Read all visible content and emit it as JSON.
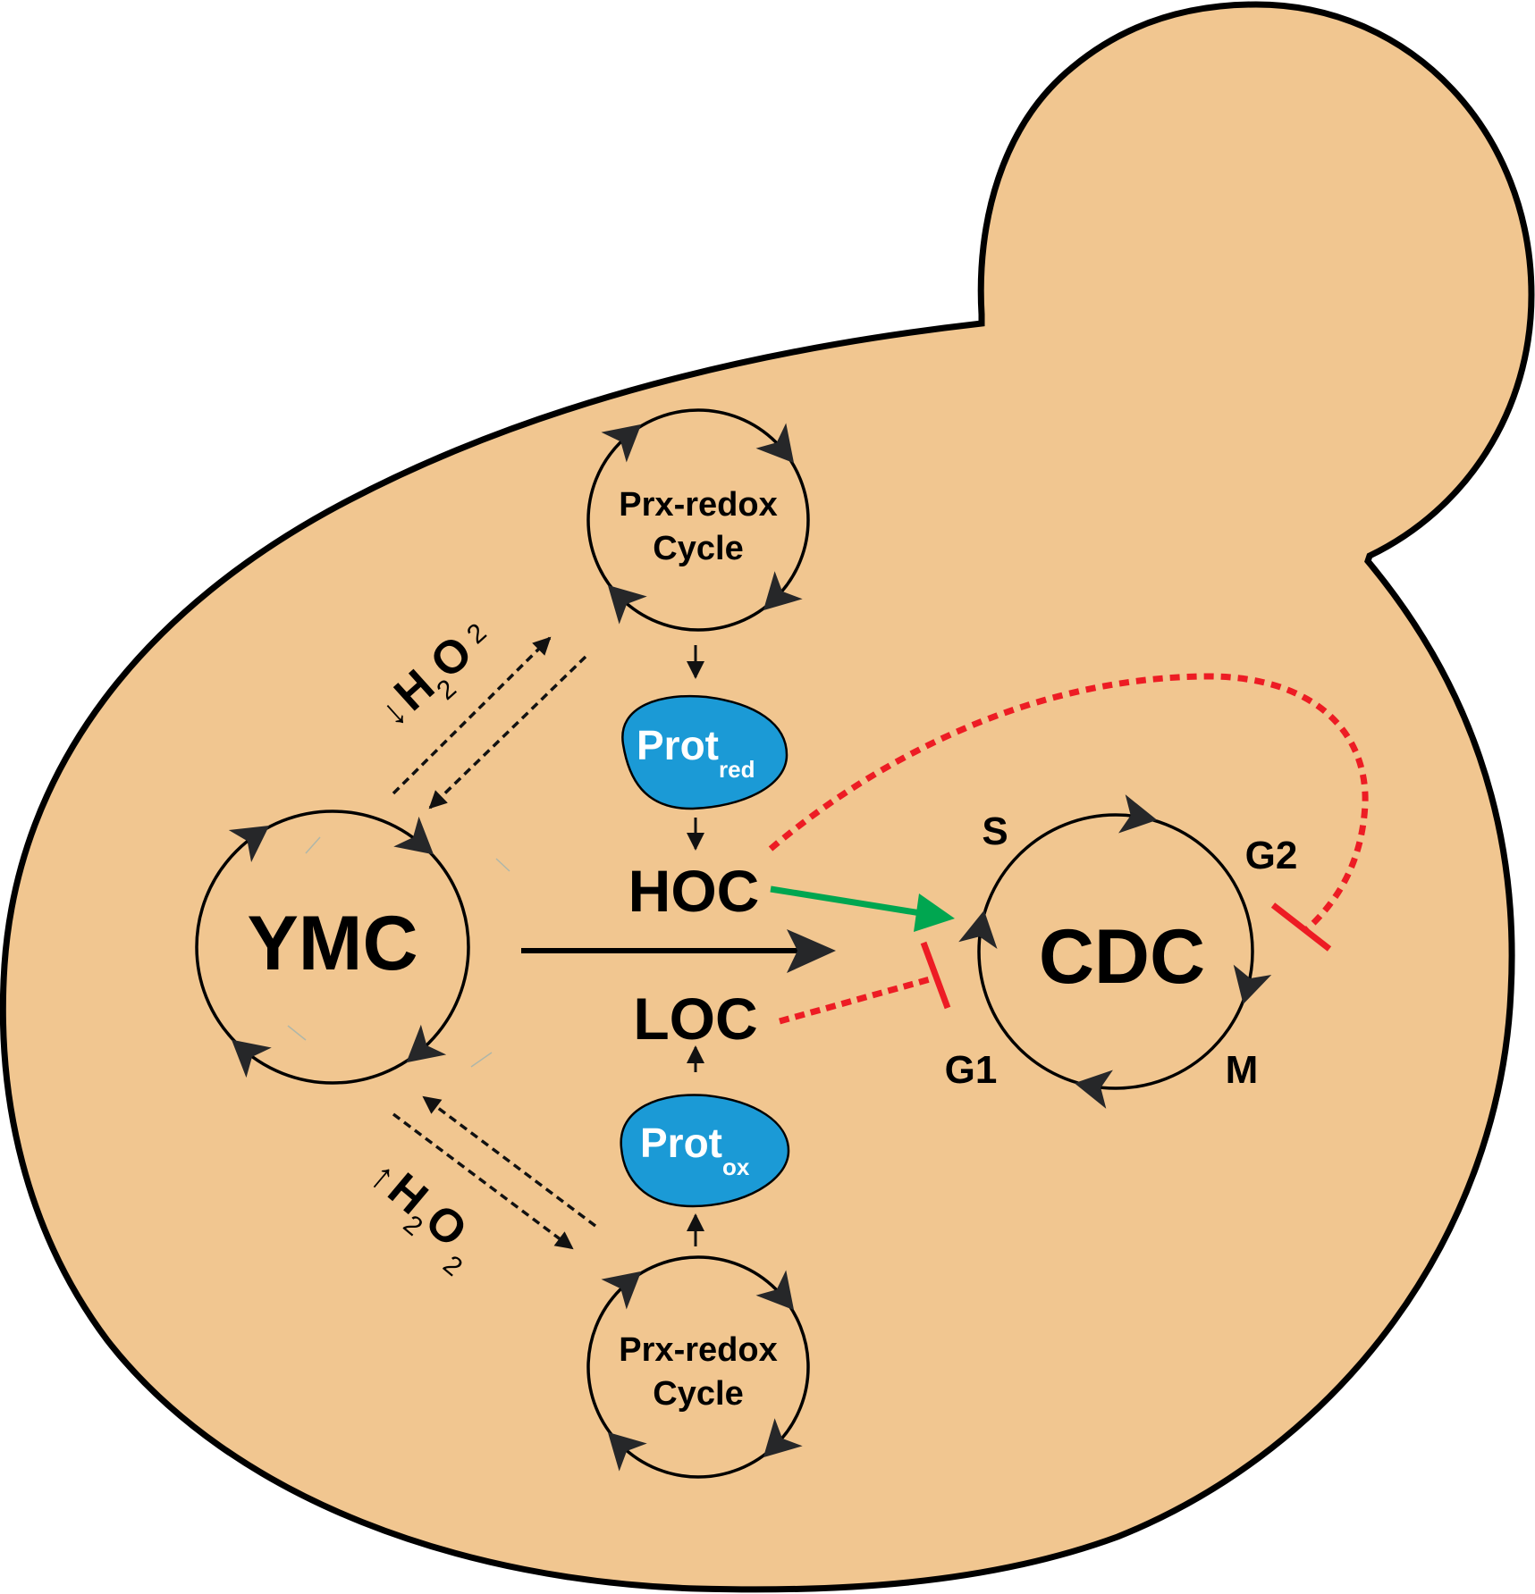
{
  "colors": {
    "cell_fill": "#f1c690",
    "outline": "#000000",
    "arrowhead": "#262729",
    "protein_fill": "#1b9ad6",
    "activate": "#00a650",
    "inhibit": "#ed1c24"
  },
  "nodes": {
    "ymc": "YMC",
    "cdc": "CDC",
    "prx_top": {
      "line1": "Prx-redox",
      "line2": "Cycle"
    },
    "prx_bottom": {
      "line1": "Prx-redox",
      "line2": "Cycle"
    },
    "prot_red": {
      "main": "Prot",
      "sub": "red"
    },
    "prot_ox": {
      "main": "Prot",
      "sub": "ox"
    },
    "hoc": "HOC",
    "loc": "LOC"
  },
  "h2o2_top": {
    "arrow": "↓",
    "h": "H",
    "sub1": "2",
    "o": "O",
    "sub2": "2",
    "meaning": "decrease"
  },
  "h2o2_bottom": {
    "arrow": "↑",
    "h": "H",
    "sub1": "2",
    "o": "O",
    "sub2": "2",
    "meaning": "increase"
  },
  "cdc_phases": {
    "s": "S",
    "g2": "G2",
    "m": "M",
    "g1": "G1"
  },
  "edges": [
    {
      "from": "YMC",
      "to": "CDC",
      "type": "activation"
    },
    {
      "from": "HOC",
      "to": "CDC",
      "type": "activation"
    },
    {
      "from": "LOC",
      "to": "G1",
      "type": "inhibition"
    },
    {
      "from": "HOC",
      "to": "G2",
      "type": "inhibition"
    },
    {
      "from": "Prx-redox Cycle (top)",
      "to": "Prot red",
      "type": "activation"
    },
    {
      "from": "Prot red",
      "to": "HOC",
      "type": "activation"
    },
    {
      "from": "Prx-redox Cycle (bottom)",
      "to": "Prot ox",
      "type": "activation"
    },
    {
      "from": "Prot ox",
      "to": "LOC",
      "type": "activation"
    },
    {
      "from": "YMC",
      "to": "Prx-redox Cycle (top)",
      "type": "exchange",
      "label": "↓H2O2"
    },
    {
      "from": "YMC",
      "to": "Prx-redox Cycle (bottom)",
      "type": "exchange",
      "label": "↑H2O2"
    }
  ]
}
